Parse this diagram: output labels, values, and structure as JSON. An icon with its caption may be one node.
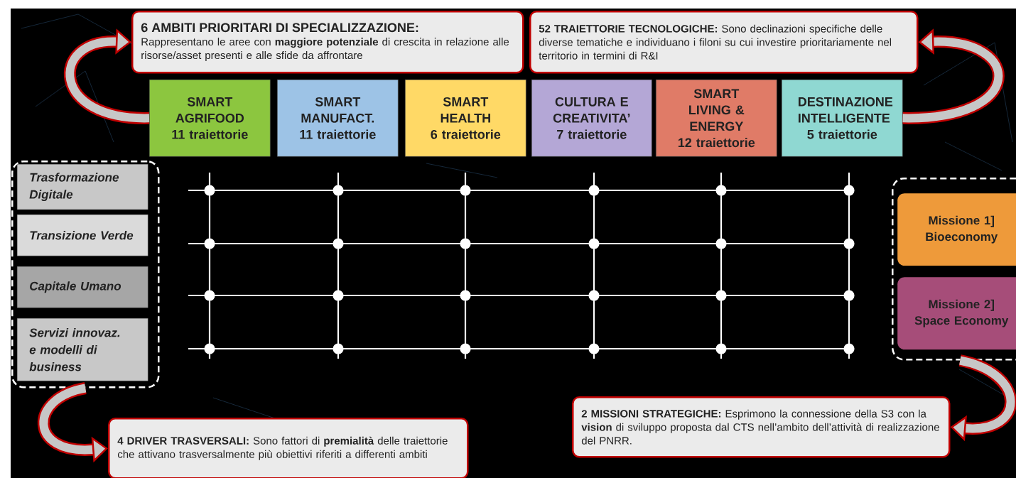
{
  "diagram": {
    "nodes": [
      {
        "text": [
          "6 AMBITI PRIORITARI DI SPECIALIZZAZIONE:",
          "Rappresentano le aree con **maggiore potenziale** di crescita in relazione alle risorse/asset presenti e alle sfide da affrontare"
        ]
      },
      {
        "text": [
          "**52 TRAIETTORIE TECNOLOGICHE:** Sono declinazioni specifiche delle diverse tematiche e individuano i filoni su cui investire prioritariamente nel territorio in termini di R&I"
        ]
      },
      {
        "text": [
          "SMART AGRIFOOD",
          "11 traiettorie"
        ]
      },
      {
        "text": [
          "SMART MANUFACT.",
          "11 traiettorie"
        ]
      },
      {
        "text": [
          "SMART HEALTH",
          "6 traiettorie"
        ]
      },
      {
        "text": [
          "CULTURA E CREATIVITA’",
          "7 traiettorie"
        ]
      },
      {
        "text": [
          "SMART LIVING & ENERGY",
          "12 traiettorie"
        ]
      },
      {
        "text": [
          "DESTINAZIONE INTELLIGENTE",
          "5 traiettorie"
        ]
      },
      {
        "text": [],
        "shape": "box"
      },
      {
        "text": [
          "Trasformazione Digitale"
        ],
        "in": 8
      },
      {
        "text": [
          "Transizione Verde"
        ],
        "in": 8
      },
      {
        "text": [
          "Capitale Umano"
        ],
        "in": 8
      },
      {
        "text": [
          "Servizi innovaz. e modelli di business"
        ],
        "in": 8
      },
      {
        "text": [],
        "shape": "box"
      },
      {
        "text": [
          "Missione 1] Bioeconomy"
        ],
        "in": 13
      },
      {
        "text": [
          "Missione 2] Space Economy"
        ],
        "in": 13
      },
      {
        "text": [
          "**4 DRIVER TRASVERSALI:** Sono fattori di **premialità** delle traiettorie che attivano trasversalmente più obiettivi riferiti a differenti ambiti"
        ]
      },
      {
        "text": [
          "**2 MISSIONI STRATEGICHE:** Esprimono la connessione della S3 con la **vision** di sviluppo proposta dal CTS nell’ambito dell’attività di realizzazione del PNRR."
        ]
      }
    ],
    "edges": [
      {
        "from": 2,
        "to": 0,
        "arrow": "to"
      },
      {
        "from": 7,
        "to": 1,
        "arrow": "to"
      },
      {
        "from": 8,
        "to": 16,
        "arrow": "to"
      },
      {
        "from": 13,
        "to": 17,
        "arrow": "to"
      }
    ]
  }
}
